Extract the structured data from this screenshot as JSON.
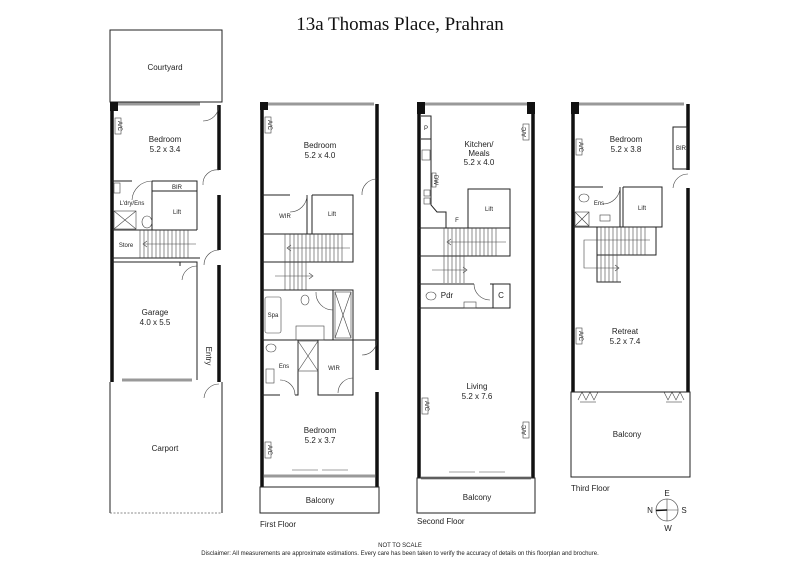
{
  "title": "13a Thomas Place, Prahran",
  "floors": {
    "ground": {
      "label": "",
      "rooms": {
        "courtyard": "Courtyard",
        "bedroom": "Bedroom",
        "bedroom_dim": "5.2 x 3.4",
        "bir": "BIR",
        "laundry_ens": "L'dry/Ens",
        "lift": "Lift",
        "store": "Store",
        "garage": "Garage",
        "garage_dim": "4.0 x 5.5",
        "entry": "Entry",
        "carport": "Carport",
        "ac": "A/C"
      }
    },
    "first": {
      "label": "First Floor",
      "rooms": {
        "bedroom1": "Bedroom",
        "bedroom1_dim": "5.2 x 4.0",
        "wir1": "WIR",
        "lift": "Lift",
        "spa": "Spa",
        "ens": "Ens",
        "wir2": "WIR",
        "bedroom2": "Bedroom",
        "bedroom2_dim": "5.2 x 3.7",
        "balcony": "Balcony",
        "ac": "A/C"
      }
    },
    "second": {
      "label": "Second Floor",
      "rooms": {
        "kitchen": "Kitchen/",
        "kitchen2": "Meals",
        "kitchen_dim": "5.2 x 4.0",
        "pantry": "P",
        "dw": "DW",
        "fridge": "F",
        "lift": "Lift",
        "pdr": "Pdr",
        "cupboard": "C",
        "living": "Living",
        "living_dim": "5.2 x 7.6",
        "balcony": "Balcony",
        "ac": "A/C"
      }
    },
    "third": {
      "label": "Third Floor",
      "rooms": {
        "bedroom": "Bedroom",
        "bedroom_dim": "5.2 x 3.8",
        "bir": "BIR",
        "ens": "Ens",
        "lift": "Lift",
        "retreat": "Retreat",
        "retreat_dim": "5.2 x 7.4",
        "balcony": "Balcony",
        "ac": "A/C"
      }
    }
  },
  "compass": {
    "n": "N",
    "e": "E",
    "s": "S",
    "w": "W"
  },
  "footer": {
    "scale_note": "NOT TO SCALE",
    "disclaimer": "Disclaimer: All measurements are approximate estimations. Every care has been taken to verify the accuracy of details on this floorplan and brochure."
  }
}
